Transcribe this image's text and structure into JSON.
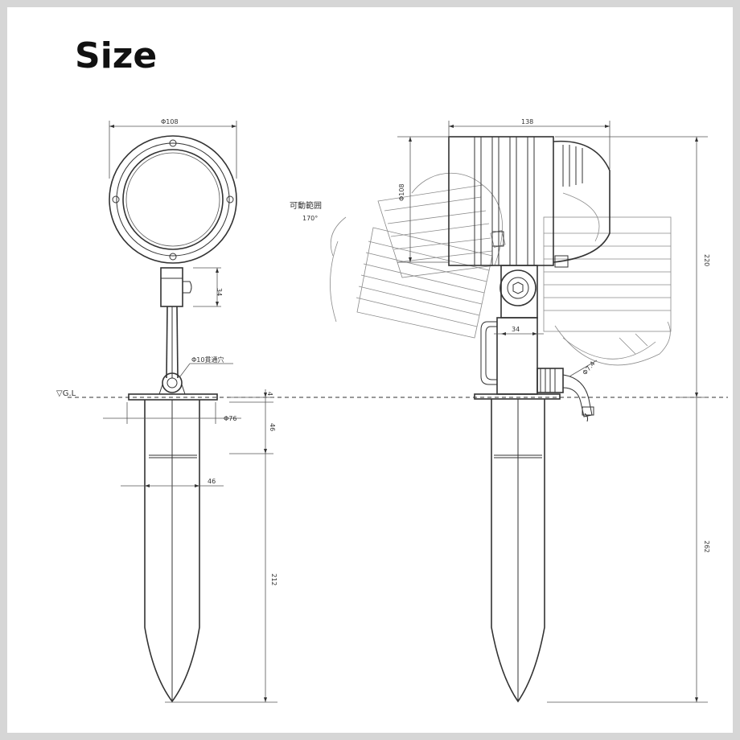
{
  "title": "Size",
  "labels": {
    "front_diameter": "Φ108",
    "bracket_height": "34",
    "through_hole": "Φ10貫通穴",
    "ground_level": "▽G.L",
    "ground_plate_gap": "4",
    "flange_diameter": "Φ76",
    "stake_upper": "46",
    "stake_width": "46",
    "stake_length": "212",
    "side_width": "138",
    "head_diameter": "Φ108",
    "movable_range": "可動範囲",
    "movable_angle": "170°",
    "side_total_height": "220",
    "bracket_offset": "34",
    "cable_diameter": "Φ7.4",
    "below_ground": "262"
  }
}
